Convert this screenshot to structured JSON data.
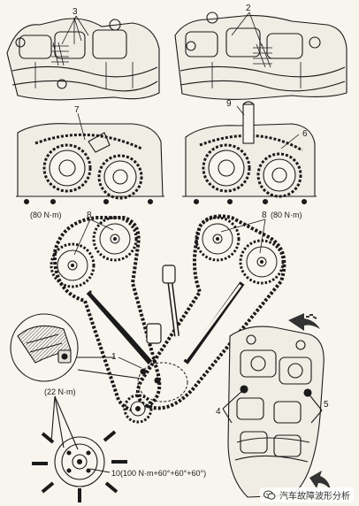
{
  "callouts": {
    "c1": "1",
    "c2": "2",
    "c3": "3",
    "c4": "4",
    "c5": "5",
    "c6": "6",
    "c7": "7",
    "c8_left": "8",
    "c8_right": "8",
    "c9": "9",
    "c10": "10(100 N·m+60°+60°+60°)"
  },
  "torques": {
    "cam_left": "(80 N·m)",
    "cam_right": "(80 N·m)",
    "bolts": "(22 N·m)"
  },
  "watermark": {
    "icon": "wechat-icon",
    "text": "汽车故障波形分析"
  },
  "colors": {
    "line": "#1a1a1a",
    "background": "#f7f5ee"
  }
}
